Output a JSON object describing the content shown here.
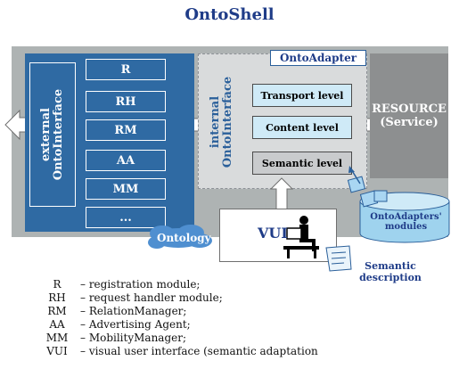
{
  "title": "OntoShell",
  "external_label": {
    "line1": "external",
    "line2": "OntoInterface"
  },
  "modules": [
    "R",
    "RH",
    "RM",
    "AA",
    "MM",
    "..."
  ],
  "ontoadapter_title": "OntoAdapter",
  "internal_label": {
    "line1": "internal",
    "line2": "OntoInterface"
  },
  "levels": [
    "Transport level",
    "Content level",
    "Semantic level"
  ],
  "resource": {
    "line1": "RESOURCE",
    "line2": "(Service)"
  },
  "vui": "VUI",
  "ontology": "Ontology",
  "modules_label": {
    "line1": "OntoAdapters'",
    "line2": "modules"
  },
  "semantic_description": {
    "line1": "Semantic",
    "line2": "description"
  },
  "legend": [
    {
      "key": "R",
      "desc": "– registration module;"
    },
    {
      "key": "RH",
      "desc": "– request handler module;"
    },
    {
      "key": "RM",
      "desc": "– RelationManager;"
    },
    {
      "key": "AA",
      "desc": "– Advertising Agent;"
    },
    {
      "key": "MM",
      "desc": "– MobilityManager;"
    },
    {
      "key": "VUI",
      "desc": "– visual user interface (semantic adaptation"
    }
  ],
  "colors": {
    "title": "#1f3c88",
    "left_panel": "#2f6aa3",
    "outer": "#aeb3b3",
    "resource": "#8d8f90",
    "level_fill": "#cfeaf7"
  }
}
